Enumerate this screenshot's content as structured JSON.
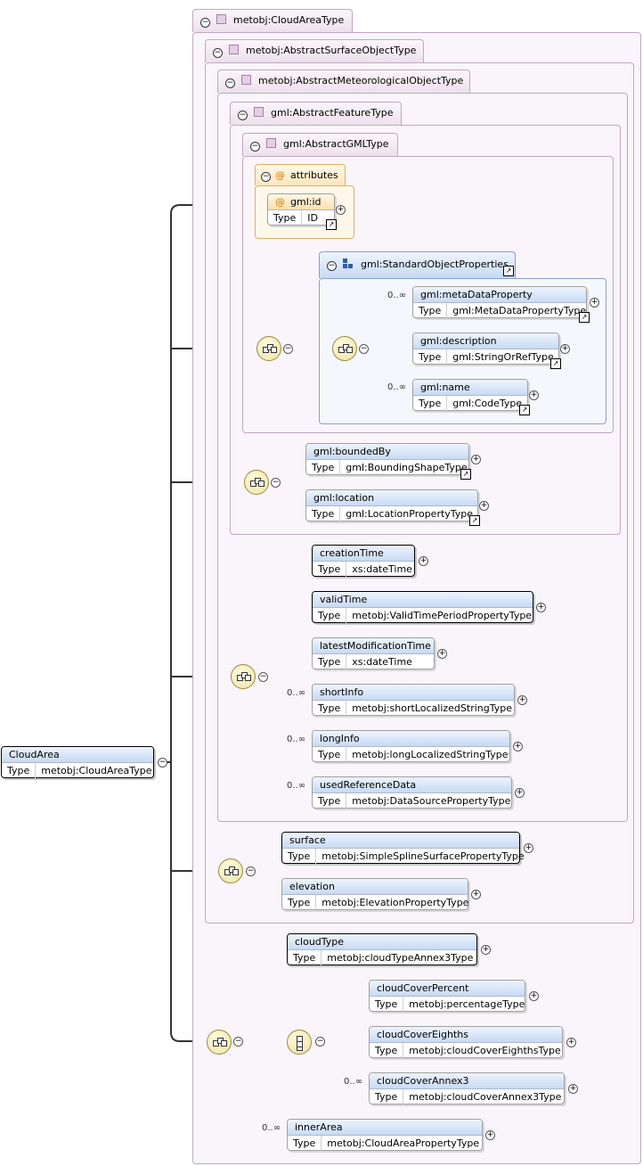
{
  "root": {
    "name": "CloudArea",
    "type_key": "Type",
    "type": "metobj:CloudAreaType"
  },
  "types": {
    "cloud_area_type": "metobj:CloudAreaType",
    "abstract_surface": "metobj:AbstractSurfaceObjectType",
    "abstract_meteorological": "metobj:AbstractMeteorologicalObjectType",
    "abstract_feature": "gml:AbstractFeatureType",
    "abstract_gml": "gml:AbstractGMLType"
  },
  "attributes": {
    "tab_label": "attributes",
    "at_symbol": "@",
    "id": {
      "name": "gml:id",
      "type_key": "Type",
      "type": "ID"
    }
  },
  "standard_object_properties": {
    "label": "gml:StandardObjectProperties",
    "elements": [
      {
        "name": "gml:metaDataProperty",
        "type_key": "Type",
        "type": "gml:MetaDataPropertyType",
        "card": "0..∞"
      },
      {
        "name": "gml:description",
        "type_key": "Type",
        "type": "gml:StringOrRefType",
        "card": ""
      },
      {
        "name": "gml:name",
        "type_key": "Type",
        "type": "gml:CodeType",
        "card": "0..∞"
      }
    ]
  },
  "feature_elements": [
    {
      "name": "gml:boundedBy",
      "type_key": "Type",
      "type": "gml:BoundingShapeType"
    },
    {
      "name": "gml:location",
      "type_key": "Type",
      "type": "gml:LocationPropertyType"
    }
  ],
  "meteorological_elements": [
    {
      "name": "creationTime",
      "type_key": "Type",
      "type": "xs:dateTime",
      "card": ""
    },
    {
      "name": "validTime",
      "type_key": "Type",
      "type": "metobj:ValidTimePeriodPropertyType",
      "card": ""
    },
    {
      "name": "latestModificationTime",
      "type_key": "Type",
      "type": "xs:dateTime",
      "card": ""
    },
    {
      "name": "shortInfo",
      "type_key": "Type",
      "type": "metobj:shortLocalizedStringType",
      "card": "0..∞"
    },
    {
      "name": "longInfo",
      "type_key": "Type",
      "type": "metobj:longLocalizedStringType",
      "card": "0..∞"
    },
    {
      "name": "usedReferenceData",
      "type_key": "Type",
      "type": "metobj:DataSourcePropertyType",
      "card": "0..∞"
    }
  ],
  "surface_elements": [
    {
      "name": "surface",
      "type_key": "Type",
      "type": "metobj:SimpleSplineSurfacePropertyType"
    },
    {
      "name": "elevation",
      "type_key": "Type",
      "type": "metobj:ElevationPropertyType"
    }
  ],
  "cloud_elements": {
    "cloud_type": {
      "name": "cloudType",
      "type_key": "Type",
      "type": "metobj:cloudTypeAnnex3Type"
    },
    "choice": [
      {
        "name": "cloudCoverPercent",
        "type_key": "Type",
        "type": "metobj:percentageType",
        "card": ""
      },
      {
        "name": "cloudCoverEighths",
        "type_key": "Type",
        "type": "metobj:cloudCoverEighthsType",
        "card": ""
      },
      {
        "name": "cloudCoverAnnex3",
        "type_key": "Type",
        "type": "metobj:cloudCoverAnnex3Type",
        "card": "0..∞"
      }
    ],
    "inner_area": {
      "name": "innerArea",
      "type_key": "Type",
      "type": "metobj:CloudAreaPropertyType",
      "card": "0..∞"
    }
  },
  "symbols": {
    "minus": "−",
    "plus": "+",
    "jump": "↗"
  }
}
